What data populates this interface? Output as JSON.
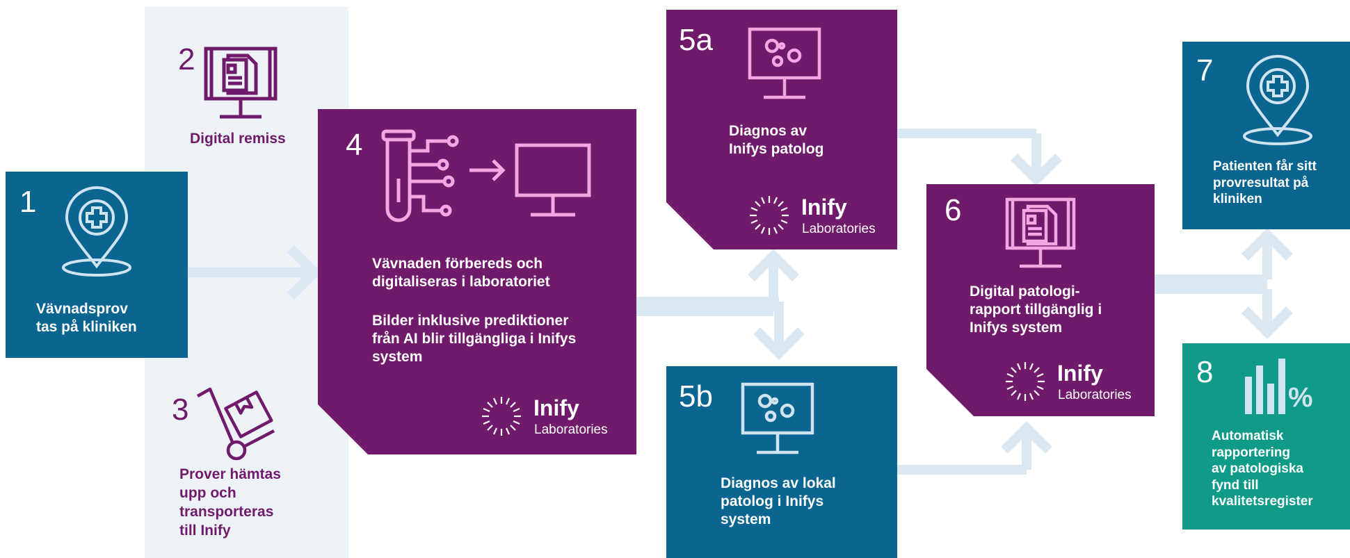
{
  "logo": {
    "word": "Inify",
    "sub": "Laboratories"
  },
  "step1": {
    "number": "1",
    "text": "Vävnadsprov\ntas på kliniken"
  },
  "step2": {
    "number": "2",
    "text": "Digital remiss"
  },
  "step3": {
    "number": "3",
    "text": "Prover hämtas\nupp och\ntransporteras\ntill Inify"
  },
  "step4": {
    "number": "4",
    "text1": "Vävnaden förbereds och\ndigitaliseras i laboratoriet",
    "text2": "Bilder inklusive prediktioner\nfrån AI blir tillgängliga i Inifys\nsystem"
  },
  "step5a": {
    "number": "5a",
    "text": "Diagnos av\nInifys patolog"
  },
  "step5b": {
    "number": "5b",
    "text": "Diagnos av lokal\npatolog i Inifys\nsystem"
  },
  "step6": {
    "number": "6",
    "text": "Digital patologi-\nrapport tillgänglig i\nInifys system"
  },
  "step7": {
    "number": "7",
    "text": "Patienten får sitt\nprovresultat på\nkliniken"
  },
  "step8": {
    "number": "8",
    "text": "Automatisk\nrapportering\nav patologiska\nfynd till\nkvalitetsregister",
    "percent_glyph": "%"
  },
  "colors": {
    "blue": "#0a6690",
    "purple": "#701a6b",
    "teal": "#109a88",
    "light_panel": "#edf2f6",
    "connector": "#dce8f1",
    "pink_icon": "#f2a9e3",
    "light_icon": "#cfe3f0"
  },
  "icons": [
    "location-plus-icon",
    "document-monitor-icon",
    "hand-truck-box-icon",
    "test-tube-circuit-icon",
    "arrow-right-icon",
    "monitor-icon",
    "cells-monitor-icon",
    "inify-logo-icon",
    "bar-chart-percent-icon"
  ]
}
